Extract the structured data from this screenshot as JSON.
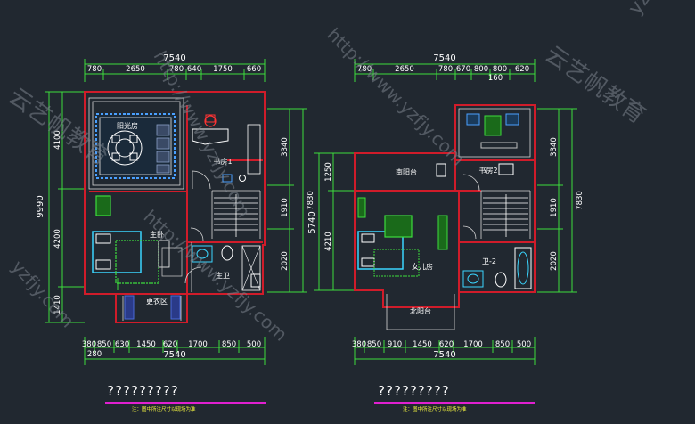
{
  "drawing_left": {
    "top_total": "7540",
    "top_segments": [
      "780",
      "2650",
      "780",
      "640",
      "1750",
      "660"
    ],
    "bottom_segments": [
      "380",
      "850",
      "630",
      "1450",
      "620",
      "1700",
      "850",
      "500"
    ],
    "bottom_sub": "280",
    "bottom_total": "7540",
    "left_dims": [
      "4100",
      "9990",
      "4200",
      "1410"
    ],
    "right_dims": [
      "3340",
      "7830",
      "1910",
      "2020"
    ],
    "rooms": [
      "阳光房",
      "书房1",
      "主卧",
      "主卫",
      "更衣区"
    ],
    "title": "?????????",
    "note": "注：图中所注尺寸以现场为准"
  },
  "drawing_right": {
    "top_total": "7540",
    "top_segments": [
      "780",
      "2650",
      "780",
      "670",
      "800",
      "800",
      "620"
    ],
    "top_sub": "160",
    "bottom_segments": [
      "380",
      "850",
      "910",
      "1450",
      "620",
      "1700",
      "850",
      "500"
    ],
    "bottom_total": "7540",
    "left_dims": [
      "1250",
      "5740",
      "4210"
    ],
    "right_dims": [
      "3340",
      "7830",
      "1910",
      "2020"
    ],
    "rooms": [
      "南阳台",
      "书房2",
      "女儿房",
      "卫-2",
      "北阳台"
    ],
    "title": "?????????",
    "note": "注：图中所注尺寸以现场为准"
  },
  "watermarks": [
    "云艺帆教育",
    "http://www.yzfjy.com",
    "yzfjy.com",
    "云艺帆教育",
    "http://www.yzfjy.com",
    "http://www.yzfjy.com",
    "yzfjy"
  ]
}
